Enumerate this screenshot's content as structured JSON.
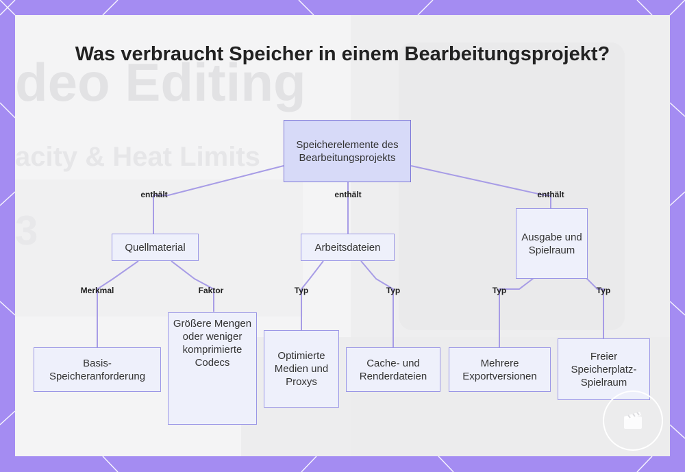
{
  "title": "Was verbraucht Speicher in einem Bearbeitungsprojekt?",
  "colors": {
    "frame": "#a48cf2",
    "node_border": "#9a96e6",
    "root_fill": "#d7daf8",
    "node_fill": "#eef0fb"
  },
  "root": {
    "label": "Speicherelemente des Bearbeitungsprojekts"
  },
  "categories": [
    {
      "label": "Quellmaterial",
      "edge": "enthält"
    },
    {
      "label": "Arbeitsdateien",
      "edge": "enthält"
    },
    {
      "label": "Ausgabe und Spielraum",
      "edge": "enthält"
    }
  ],
  "leaves": [
    {
      "label": "Basis-Speicheranforderung",
      "edge": "Merkmal"
    },
    {
      "label": "Größere Mengen oder weniger komprimierte Codecs",
      "edge": "Faktor"
    },
    {
      "label": "Optimierte Medien und Proxys",
      "edge": "Typ"
    },
    {
      "label": "Cache- und Renderdateien",
      "edge": "Typ"
    },
    {
      "label": "Mehrere Exportversionen",
      "edge": "Typ"
    },
    {
      "label": "Freier Speicherplatz-Spielraum",
      "edge": "Typ"
    }
  ],
  "logo_icon": "clapperboard-icon"
}
